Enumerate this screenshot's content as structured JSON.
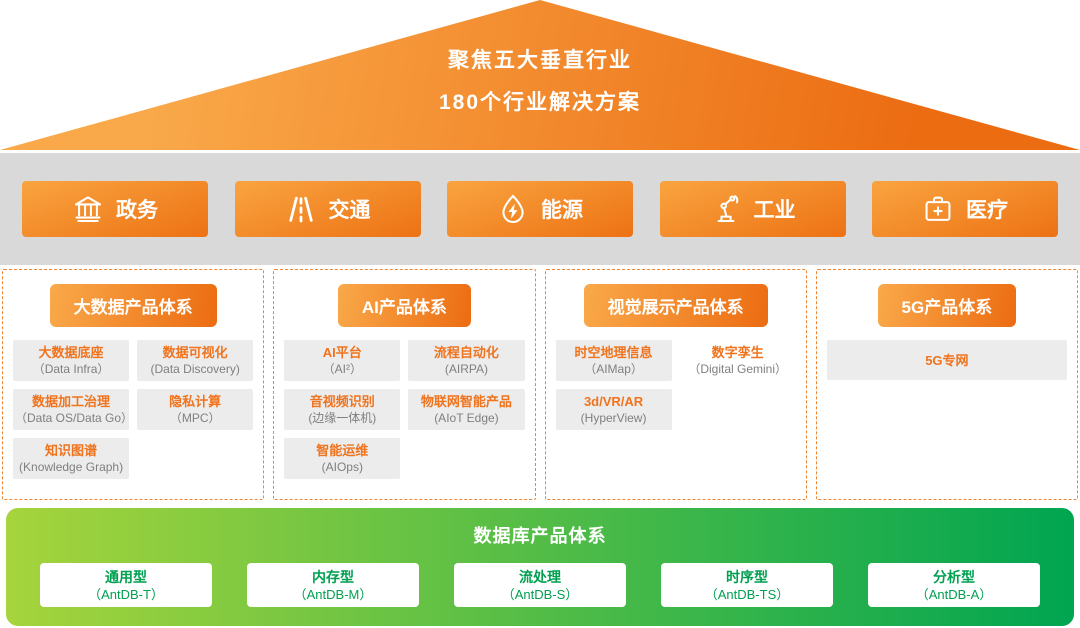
{
  "roof": {
    "line1": "聚焦五大垂直行业",
    "line2": "180个行业解决方案"
  },
  "industries": [
    {
      "key": "government",
      "label": "政务",
      "icon": "government-building-icon"
    },
    {
      "key": "transport",
      "label": "交通",
      "icon": "road-icon"
    },
    {
      "key": "energy",
      "label": "能源",
      "icon": "energy-drop-icon"
    },
    {
      "key": "industry",
      "label": "工业",
      "icon": "robot-arm-icon"
    },
    {
      "key": "healthcare",
      "label": "医疗",
      "icon": "medical-kit-icon"
    }
  ],
  "product_columns": [
    {
      "title": "大数据产品体系",
      "items": [
        {
          "name": "大数据底座",
          "sub": "（Data Infra）"
        },
        {
          "name": "数据可视化",
          "sub": "(Data Discovery)"
        },
        {
          "name": "数据加工治理",
          "sub": "（Data OS/Data Go）"
        },
        {
          "name": "隐私计算",
          "sub": "（MPC）"
        },
        {
          "name": "知识图谱",
          "sub": "(Knowledge Graph)"
        }
      ]
    },
    {
      "title": "AI产品体系",
      "items": [
        {
          "name": "AI平台",
          "sub": "（AI²）"
        },
        {
          "name": "流程自动化",
          "sub": "(AIRPA)"
        },
        {
          "name": "音视频识别",
          "sub": "(边缘一体机)"
        },
        {
          "name": "物联网智能产品",
          "sub": "(AIoT Edge)"
        },
        {
          "name": "智能运维",
          "sub": "(AIOps)"
        }
      ]
    },
    {
      "title": "视觉展示产品体系",
      "items": [
        {
          "name": "时空地理信息",
          "sub": "（AIMap）"
        },
        {
          "name": "数字孪生",
          "sub": "（Digital Gemini）",
          "plain": true
        },
        {
          "name": "3d/VR/AR",
          "sub": "(HyperView)"
        }
      ]
    },
    {
      "title": "5G产品体系",
      "items": [
        {
          "name": "5G专网",
          "sub": "",
          "wide": true
        }
      ]
    }
  ],
  "database": {
    "title": "数据库产品体系",
    "items": [
      {
        "name": "通用型",
        "sub": "（AntDB-T）"
      },
      {
        "name": "内存型",
        "sub": "（AntDB-M）"
      },
      {
        "name": "流处理",
        "sub": "（AntDB-S）"
      },
      {
        "name": "时序型",
        "sub": "（AntDB-TS）"
      },
      {
        "name": "分析型",
        "sub": "（AntDB-A）"
      }
    ]
  },
  "colors": {
    "orange_light": "#f9a94a",
    "orange_dark": "#ec6c12",
    "band_gray": "#d9d9d9",
    "item_gray": "#ececec",
    "green_light": "#a6d43c",
    "green_dark": "#00a551",
    "db_text_green": "#00a050"
  }
}
